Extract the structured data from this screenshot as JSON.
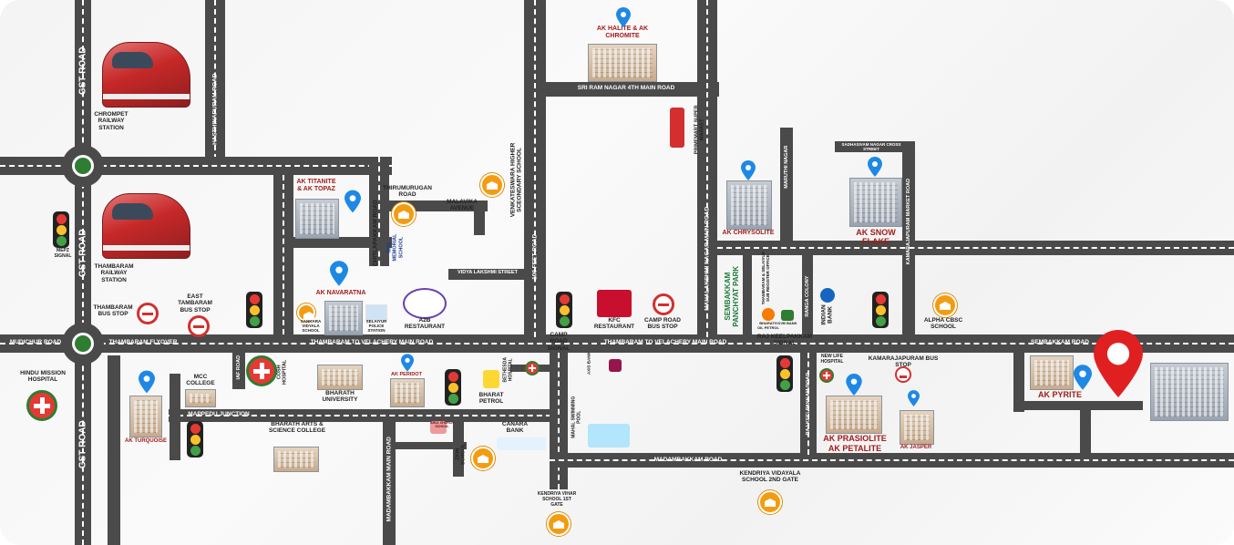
{
  "colors": {
    "road": "#4a4a4a",
    "road_dash": "#ffffff",
    "project_red": "#a11b1b",
    "marker_blue": "#1e88e5",
    "main_pin_red": "#e02020",
    "background": "#f6f6f6"
  },
  "roads": {
    "gst_top": "GST ROAD",
    "gst_mid": "GST ROAD",
    "gst_bottom": "GST ROAD",
    "hasthinapuram": "HASTHINAPURAM ROAD",
    "chitlapakkam": "CHITLAPAKKAM ROAD",
    "thirumurugan": "THIRUMURUGAN ROAD",
    "malavika": "MALAVIKA AVENUE",
    "vidya_lakshmi": "VIDYA LAKSHMI STREET",
    "feet100": "100 FEET ROAD",
    "sri_ram_nagar": "SRI RAM NAGAR 4TH MAIN ROAD",
    "mahalakshmi": "MAHALAKSHMI NAGAR MAIN ROAD",
    "maruthi": "MARUTHI NAGAR",
    "sadhasivam": "SADHASIVAM NAGAR CROSS STREET",
    "kamarajapuram_market": "KAMARAJAPURAM MARKET ROAD",
    "ranga_colony": "RANGA COLONY",
    "mudichur": "MUDICHUR ROAD",
    "thambaram_flyover": "THAMBARAM FLYOVER",
    "velachery_1": "THAMBARAM TO VELACHERY MAIN ROAD",
    "velachery_2": "THAMBARAM TO VELACHERY MAIN ROAD",
    "sembakkam": "SEMBAKKAM ROAD",
    "iaf": "IAF ROAD",
    "mappedu": "MAPPEDU JUNCTION",
    "madambakkam_main": "MADAMBAKKAM MAIN ROAD",
    "madambakkam_road": "MADAMBAKKAM ROAD",
    "keelpakkam": "RAJ KEELPAKKAM ROAD"
  },
  "places": {
    "chrompet": "CHROMPET RAILWAY STATION",
    "thambaram_station": "THAMBARAM RAILWAY STATION",
    "mepz": "MEPZ SIGNAL",
    "thambaram_bus": "THAMBARAM BUS STOP",
    "east_thambaram_bus": "EAST TAMBARAM BUS STOP",
    "hindu_mission": "HINDU MISSION HOSPITAL",
    "mcc": "MCC COLLEGE",
    "cosh": "COSH HOSPITAL",
    "bharath_univ": "BHARATH UNIVERSITY",
    "bharath_arts": "BHARATH ARTS & SCIENCE COLLEGE",
    "nsn_school": "NSN MEMORIAL SCHOOL",
    "venkateswara": "VENKATESWARA HIGHER SCEONDARY SCHOOL",
    "sankara": "SANKARA VIDYALA SCHOOL",
    "selaiyur_police": "SELAIYUR POLICE STATION",
    "a2b": "A2B RESTAURANT",
    "camp_road_signal": "CAMP ROAD SIGNAL",
    "kfc": "KFC RESTAURANT",
    "camp_road_bus": "CAMP ROAD BUS STOP",
    "primemart": "PRIMEMART SUPER MARKET",
    "sembakkam_panchayat": "SEMBAKKAM PANCHYAT PARK",
    "selaiyur_sub_reg": "THAMBARAM & SELAIYUR SUB REGISTER OFFICE",
    "indian_bank": "INDIAN BANK",
    "alpha_school": "ALPHA CBSC SCHOOL",
    "raj_keelpakkam_signal": "RAJ KEELPAKKAM SIGNAL",
    "new_life": "NEW LIFE HOSPITAL",
    "kamarajapuram_bus": "KAMARAJAPURAM BUS STOP",
    "bethesda": "BETHESDA HOSPITAL",
    "axis": "AXIS BANK",
    "bharat_petrol": "BHARAT PETROL",
    "canara": "CANARA BANK",
    "zion": "ZION SCHOOL",
    "mahal_pool": "MAHAL SWIMMING POOL",
    "kendriya_1": "KENDRIYA VIHAR SCHOOL 1ST GATE",
    "kendriya_2": "KENDRIYA VIDAYALA SCHOOL 2ND GATE",
    "bharath_oil": "BHARATH OIL PETROL",
    "kvb": "KVB BANK",
    "arul": "ARUL CHURCH SCHOOL"
  },
  "projects": {
    "halite": "AK HALITE & AK CHROMITE",
    "titanite": "AK TITANITE & AK TOPAZ",
    "navaratna": "AK NAVARATNA",
    "chrysolite": "AK CHRYSOLITE",
    "snow_flake": "AK SNOW FLAKE",
    "pyrite": "AK PYRITE",
    "peridot": "AK PERIDOT",
    "turquoise": "AK TURQUOISE",
    "prasiolite": "AK PRASIOLITE",
    "petalite": "AK PETALITE",
    "jasper": "AK JASPER"
  },
  "icons": {
    "project_pin": "map-pin-icon",
    "traffic": "traffic-light-icon",
    "bus": "bus-stop-icon",
    "hospital": "hospital-icon",
    "school": "school-icon",
    "station": "train-icon"
  }
}
